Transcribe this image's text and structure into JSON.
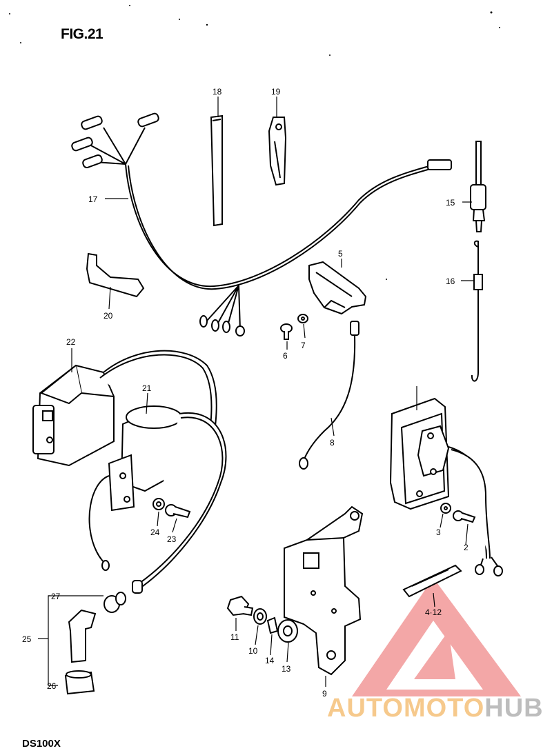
{
  "figure": {
    "title": "FIG.21",
    "model": "DS100X"
  },
  "watermark": {
    "part1": "AUTOMOTO",
    "part2": "HUB",
    "triangle_color": "#f08a8a",
    "text_color": "#f6c98c",
    "hub_color": "#bdbdbd"
  },
  "labels": {
    "p2": "2",
    "p3": "3",
    "p4_12": "4·12",
    "p5": "5",
    "p6": "6",
    "p7": "7",
    "p8": "8",
    "p9": "9",
    "p10": "10",
    "p11": "11",
    "p13": "13",
    "p14": "14",
    "p15": "15",
    "p16": "16",
    "p17": "17",
    "p18": "18",
    "p19": "19",
    "p20": "20",
    "p21": "21",
    "p22": "22",
    "p23": "23",
    "p24": "24",
    "p25": "25",
    "p26": "26",
    "p27": "27"
  }
}
